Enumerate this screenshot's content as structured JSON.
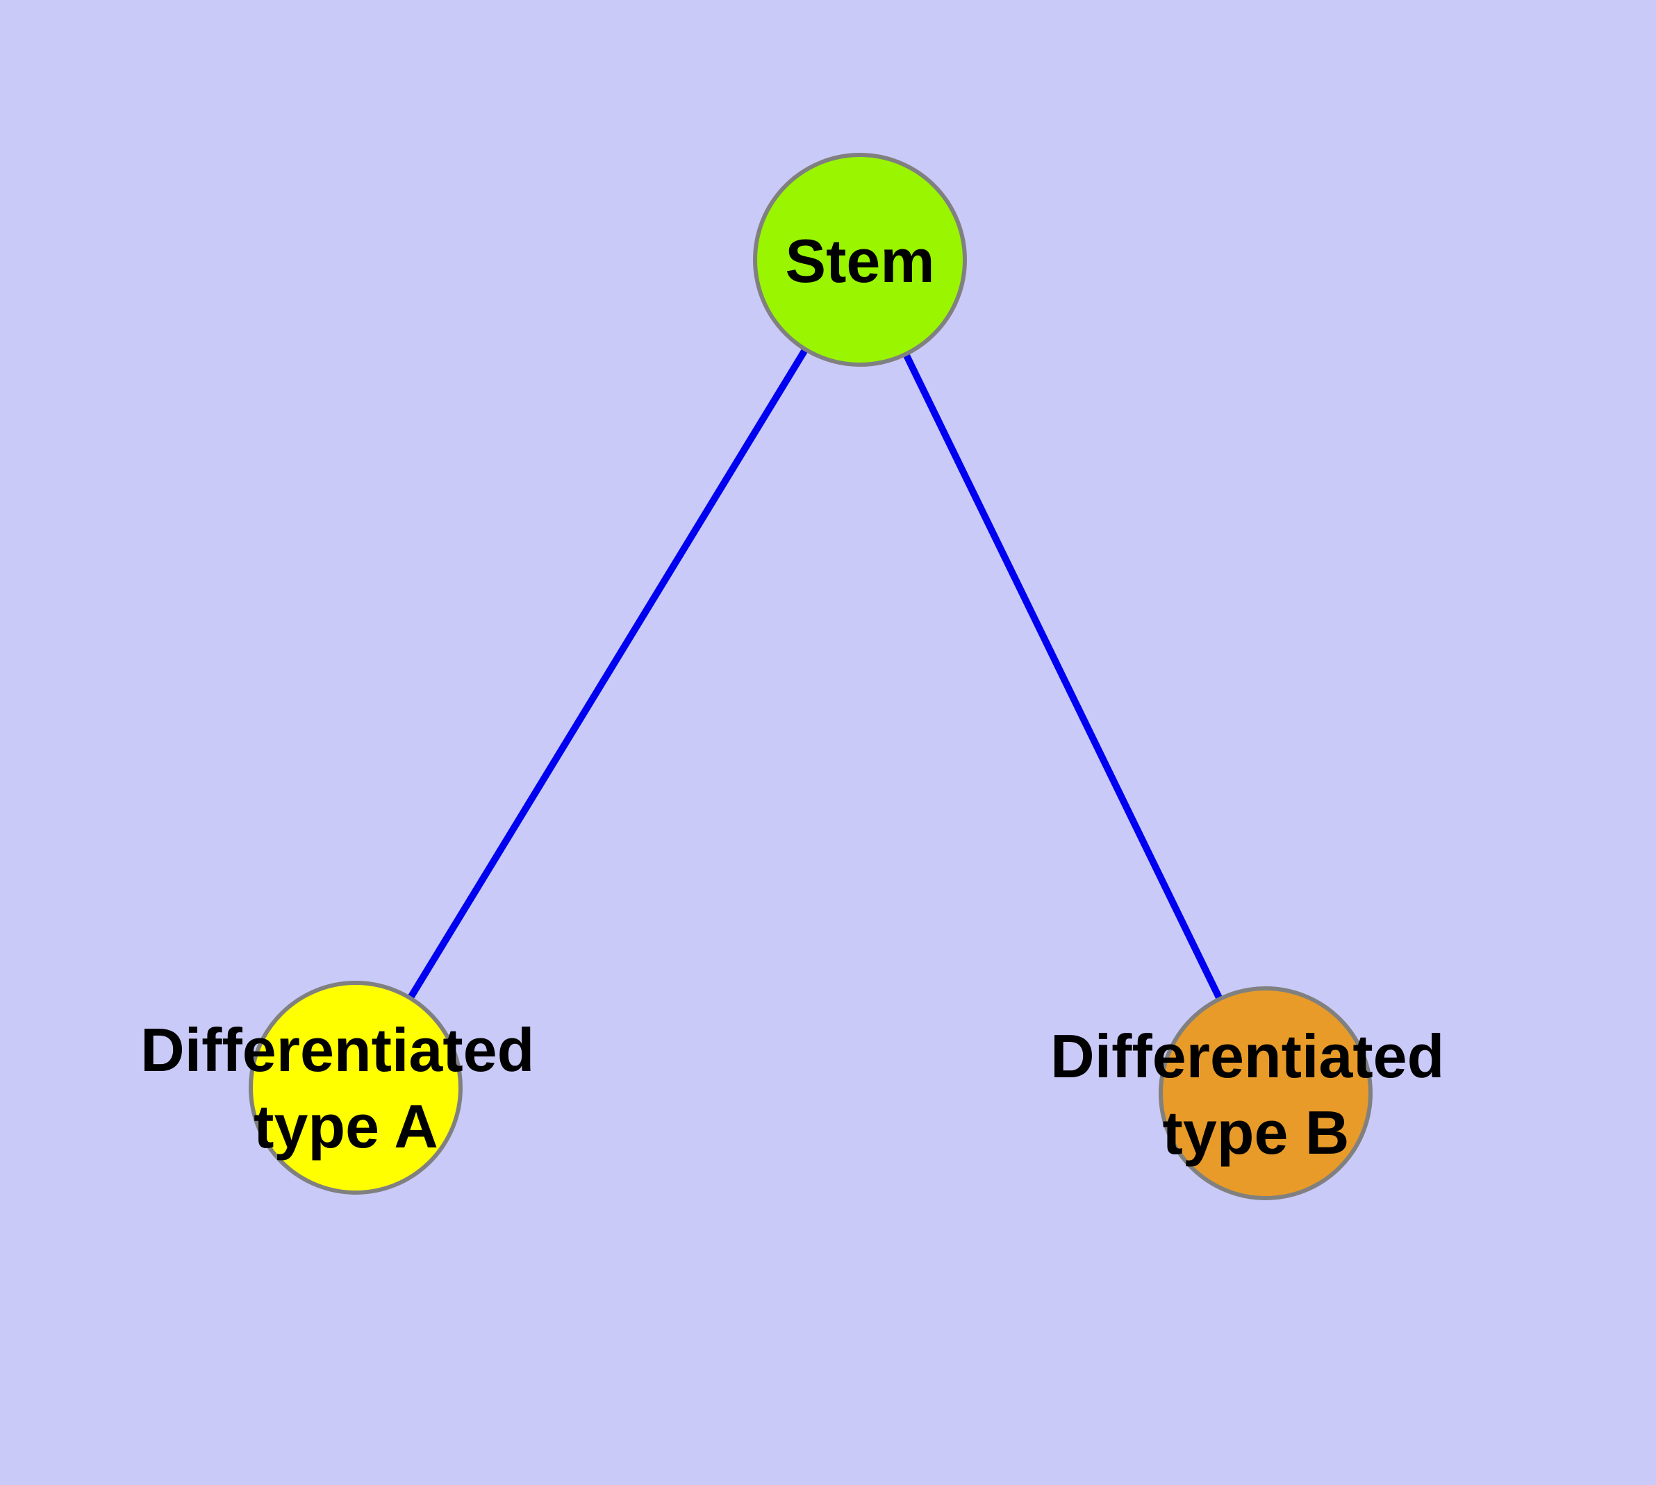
{
  "diagram": {
    "type": "node-link-graph",
    "description": "Stem cell differentiation diagram: a stem node connected to two differentiated cell-type nodes",
    "colors": {
      "background": "#cacaf8",
      "edge": "#0000f0",
      "node_border": "#808080",
      "label_text": "#000000",
      "stem_fill": "#99f500",
      "type_a_fill": "#ffff00",
      "type_b_fill": "#e89b28"
    },
    "nodes": [
      {
        "id": "stem",
        "label": "Stem",
        "fill": "#99f500"
      },
      {
        "id": "differentiated-type-a",
        "label": "Differentiated type A",
        "label_line1": "Differentiated",
        "label_line2": "type A",
        "fill": "#ffff00"
      },
      {
        "id": "differentiated-type-b",
        "label": "Differentiated type B",
        "label_line1": "Differentiated",
        "label_line2": "type B",
        "fill": "#e89b28"
      }
    ],
    "edges": [
      {
        "from": "stem",
        "to": "differentiated-type-a"
      },
      {
        "from": "stem",
        "to": "differentiated-type-b"
      }
    ]
  }
}
